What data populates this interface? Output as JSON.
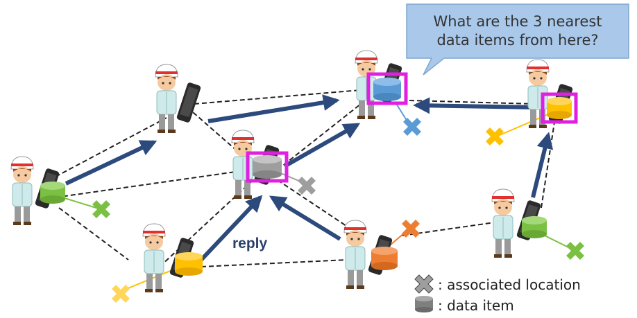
{
  "bubble": {
    "line1": "What are the 3 nearest",
    "line2": "data items from here?"
  },
  "reply_label": "reply",
  "legend": {
    "location_label": ": associated location",
    "data_label": ": data item"
  },
  "colors": {
    "arrow": "#2c4a7c",
    "highlight": "#e020e0",
    "bubble_fill": "#a9c8ea",
    "green": "#7bc043",
    "blue": "#5b9bd5",
    "gray": "#9e9e9e",
    "orange": "#ed7d31",
    "yellow": "#ffc000"
  }
}
